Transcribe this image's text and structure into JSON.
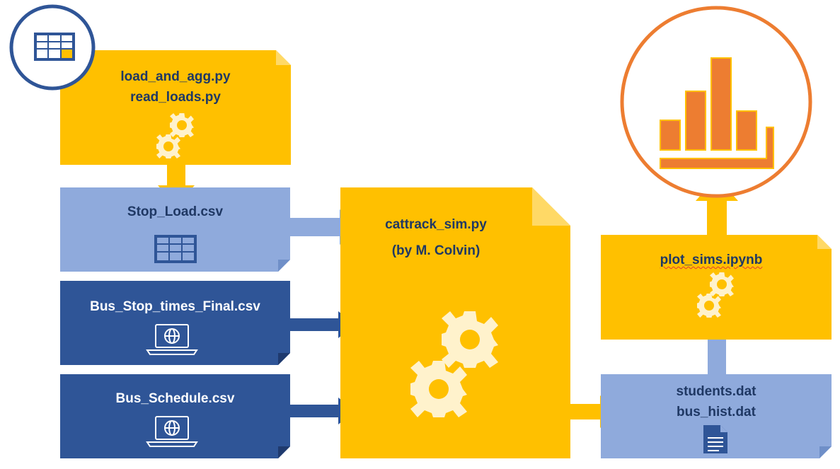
{
  "colors": {
    "yellow": "#ffc000",
    "light_blue": "#8faadc",
    "dark_blue": "#2f5597",
    "orange": "#ed7d31",
    "gear": "#fff2cc",
    "white": "#ffffff"
  },
  "nodes": {
    "load_agg": {
      "line1": "load_and_agg.py",
      "line2": "read_loads.py"
    },
    "stop_load": {
      "label": "Stop_Load.csv"
    },
    "bus_stop_times": {
      "label": "Bus_Stop_times_Final.csv"
    },
    "bus_schedule": {
      "label": "Bus_Schedule.csv"
    },
    "cattrack_sim": {
      "line1": "cattrack_sim.py",
      "line2": "(by M. Colvin)"
    },
    "plot_sims": {
      "label": "plot_sims.ipynb"
    },
    "outputs": {
      "line1": "students.dat",
      "line2": "bus_hist.dat"
    }
  },
  "icons": {
    "table_badge": "table-icon",
    "chart_badge": "bar-chart-icon",
    "laptop": "laptop-globe-icon",
    "document": "document-icon",
    "gears": "gears-icon"
  }
}
